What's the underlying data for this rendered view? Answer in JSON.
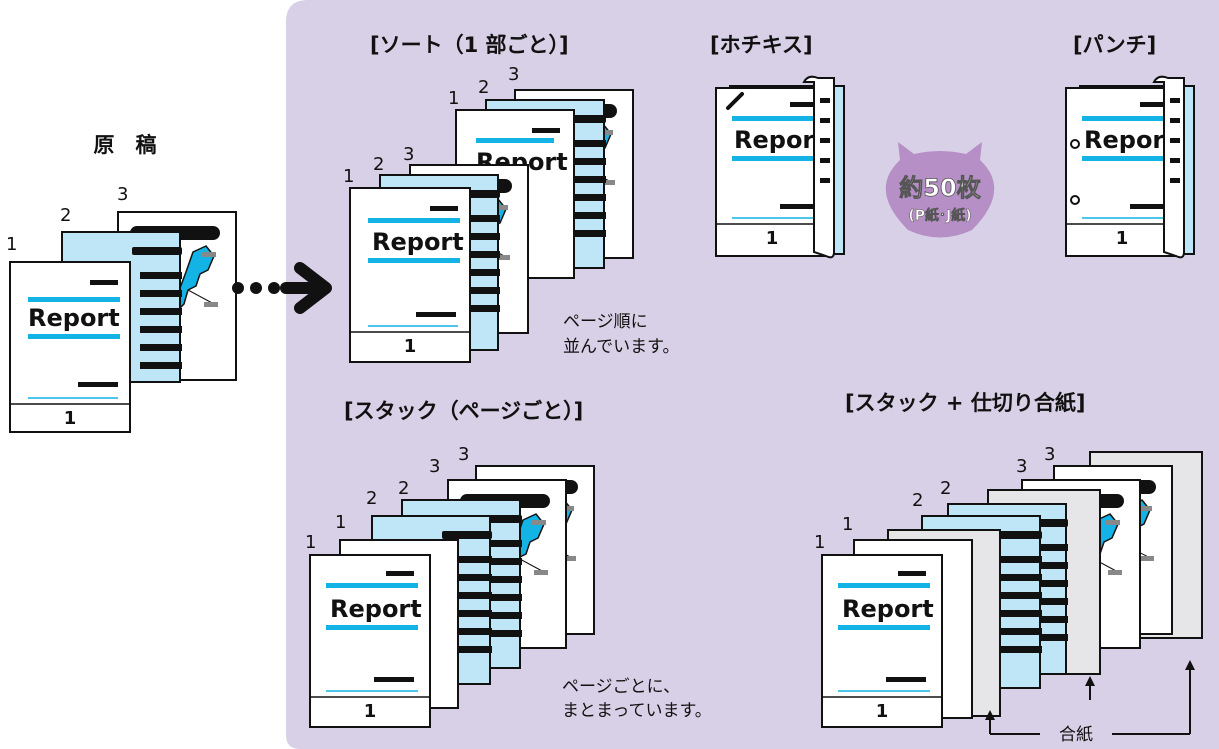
{
  "original": {
    "title": "原　稿",
    "page_numbers": [
      "1",
      "2",
      "3"
    ]
  },
  "report_word": "Report",
  "report_word_cut": "Repor",
  "page_one": "1",
  "sections": {
    "sort": {
      "title": "[ソート（1 部ごと）]",
      "note_lines": [
        "ページ順に",
        "並んでいます。"
      ]
    },
    "staple": {
      "title": "[ホチキス]"
    },
    "punch": {
      "title": "[パンチ]"
    },
    "stack": {
      "title": "[スタック（ページごと）]",
      "note_lines": [
        "ページごとに、",
        "まとまっています。"
      ]
    },
    "stack_separator": {
      "title": "[スタック + 仕切り合紙]",
      "separator_label": "合紙"
    }
  },
  "badge": {
    "main": "約50枚",
    "sub": "(P紙･J紙)"
  },
  "colors": {
    "panel": "#d8d0e6",
    "page_blue": "#bfe6f7",
    "accent_cyan": "#14b3e6",
    "separator_gray": "#e6e6e8",
    "badge": "#b58fc6"
  }
}
